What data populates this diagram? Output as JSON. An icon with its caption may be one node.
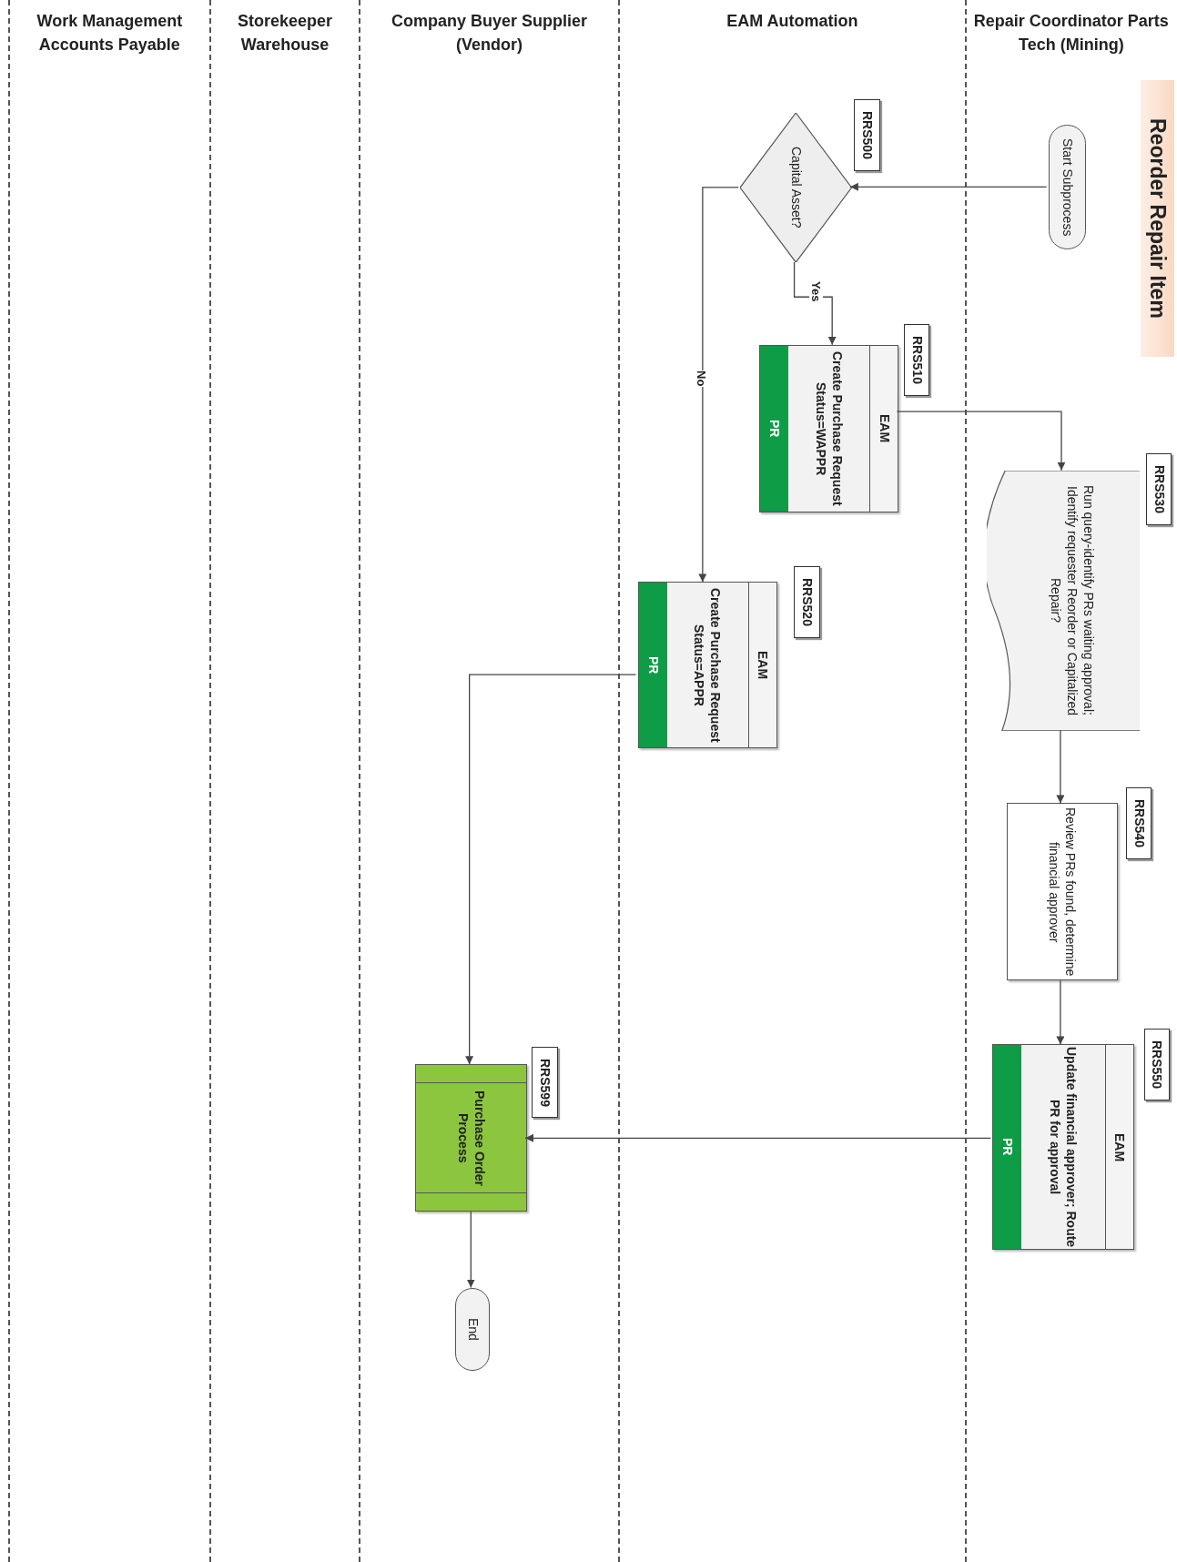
{
  "diagram": {
    "nodes": [
      {
        "text": [
          "Work Management Accounts Payable"
        ]
      },
      {
        "text": [
          "Storekeeper Warehouse"
        ]
      },
      {
        "text": [
          "Company Buyer Supplier (Vendor)"
        ]
      },
      {
        "text": [
          "EAM Automation"
        ]
      },
      {
        "text": [
          "Repair Coordinator Parts Tech (Mining)"
        ]
      },
      {
        "text": [
          "Reorder Repair Item"
        ],
        "in": 4
      },
      {
        "text": [
          "Start Subprocess"
        ],
        "in": 4
      },
      {
        "text": [
          "Capital Asset?"
        ],
        "in": 3,
        "beside": [
          "RRS500"
        ]
      },
      {
        "text": [
          "EAM",
          "Create Purchase Request Status=WAPPR",
          "PR"
        ],
        "in": 3,
        "beside": [
          "RRS510"
        ]
      },
      {
        "text": [
          "EAM",
          "Create Purchase Request Status=APPR",
          "PR"
        ],
        "in": 3,
        "beside": [
          "RRS520"
        ]
      },
      {
        "text": [
          "Run query-identify PRs waiting approval; Identify requester Reorder or Capitalized Repair?"
        ],
        "in": 4,
        "beside": [
          "RRS530"
        ]
      },
      {
        "text": [
          "Review PRs found, determine financial approver"
        ],
        "in": 4,
        "beside": [
          "RRS540"
        ]
      },
      {
        "text": [
          "EAM",
          "Update financial approver; Route PR for approval",
          "PR"
        ],
        "in": 4,
        "beside": [
          "RRS550"
        ]
      },
      {
        "text": [
          "Purchase Order Process"
        ],
        "in": 2,
        "beside": [
          "RRS599"
        ]
      },
      {
        "text": [
          "End"
        ],
        "in": 2
      }
    ],
    "edges": [
      {
        "from": 6,
        "to": 7,
        "arrow": "to"
      },
      {
        "from": 7,
        "to": 8,
        "arrow": "to",
        "label": "Yes"
      },
      {
        "from": 7,
        "to": 9,
        "arrow": "to",
        "label": "No"
      },
      {
        "from": 8,
        "to": 10,
        "arrow": "to"
      },
      {
        "from": 9,
        "to": 13,
        "arrow": "to"
      },
      {
        "from": 10,
        "to": 11,
        "arrow": "to"
      },
      {
        "from": 11,
        "to": 12,
        "arrow": "to"
      },
      {
        "from": 12,
        "to": 13,
        "arrow": "to"
      },
      {
        "from": 13,
        "to": 14,
        "arrow": "to"
      }
    ]
  }
}
